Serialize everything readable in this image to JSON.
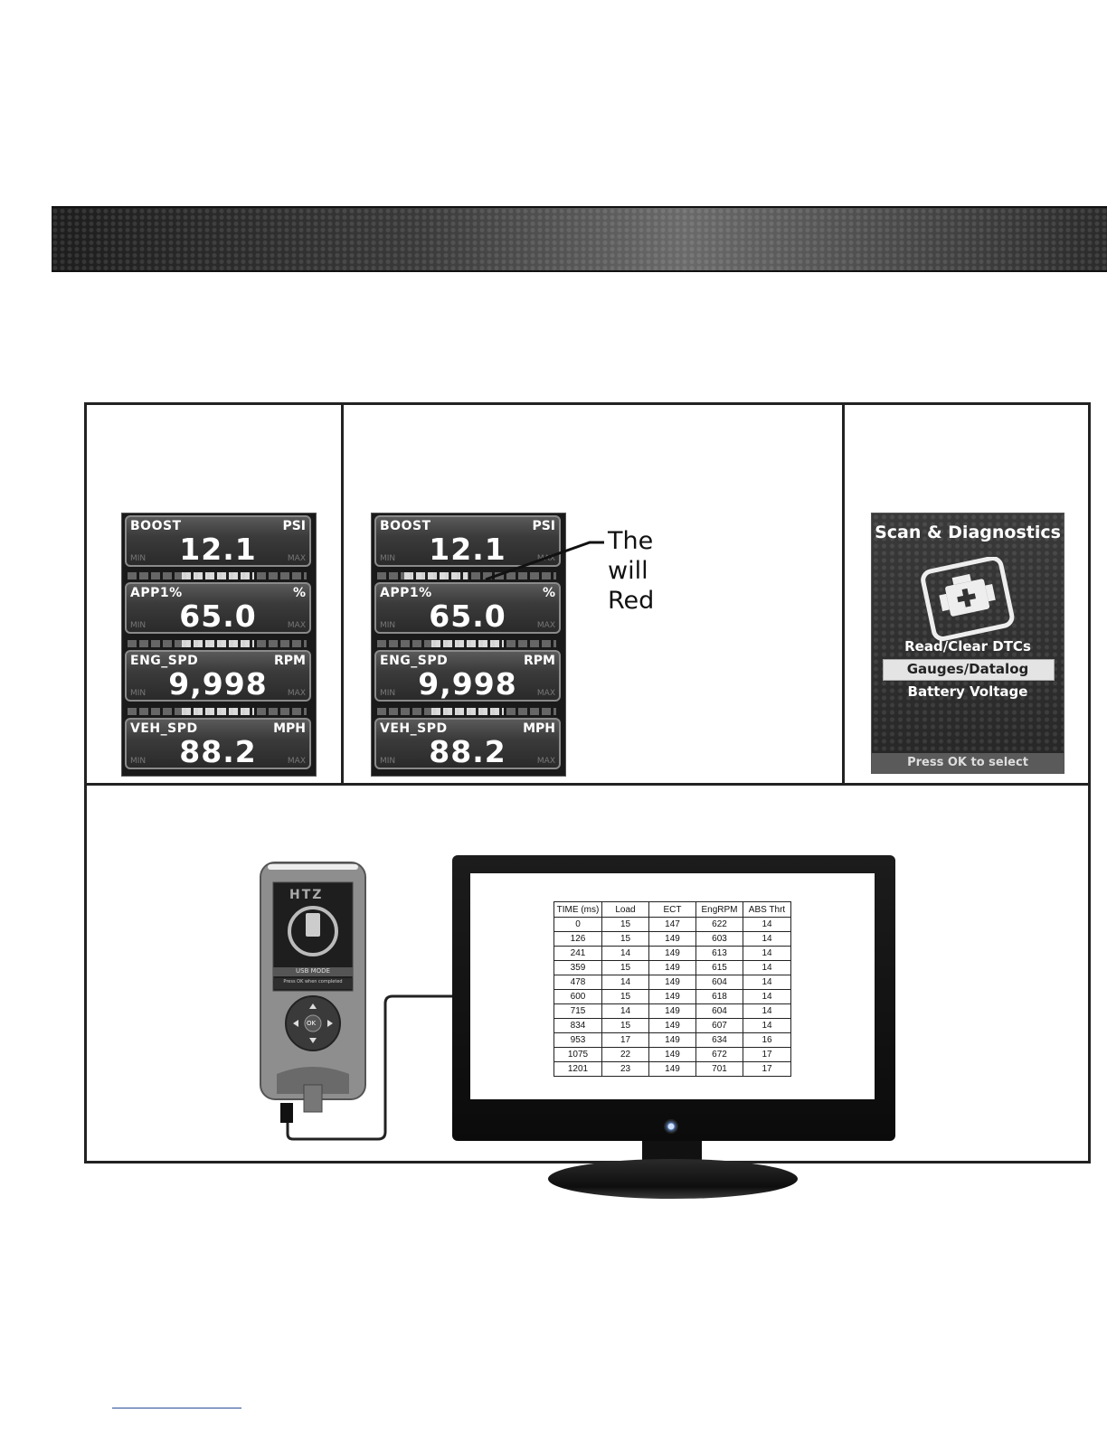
{
  "gauges": [
    {
      "name": "BOOST",
      "unit": "PSI",
      "value": "12.1",
      "min": "MIN",
      "max": "MAX"
    },
    {
      "name": "APP1%",
      "unit": "%",
      "value": "65.0",
      "min": "MIN",
      "max": "MAX"
    },
    {
      "name": "ENG_SPD",
      "unit": "RPM",
      "value": "9,998",
      "min": "MIN",
      "max": "MAX"
    },
    {
      "name": "VEH_SPD",
      "unit": "MPH",
      "value": "88.2",
      "min": "MIN",
      "max": "MAX"
    }
  ],
  "callout": {
    "line1": "The",
    "line2": "will",
    "line3": "Red"
  },
  "scan": {
    "title": "Scan & Diagnostics",
    "menu": [
      "Read/Clear DTCs",
      "Gauges/Datalog",
      "Battery Voltage"
    ],
    "selected_index": 1,
    "footer": "Press OK to select"
  },
  "device": {
    "logo": "HTZ",
    "mode_label": "USB MODE",
    "prompt": "Press OK when completed",
    "ok_label": "OK"
  },
  "datalog": {
    "headers": [
      "TIME (ms)",
      "Load",
      "ECT",
      "EngRPM",
      "ABS Thrt"
    ],
    "rows": [
      [
        "0",
        "15",
        "147",
        "622",
        "14"
      ],
      [
        "126",
        "15",
        "149",
        "603",
        "14"
      ],
      [
        "241",
        "14",
        "149",
        "613",
        "14"
      ],
      [
        "359",
        "15",
        "149",
        "615",
        "14"
      ],
      [
        "478",
        "14",
        "149",
        "604",
        "14"
      ],
      [
        "600",
        "15",
        "149",
        "618",
        "14"
      ],
      [
        "715",
        "14",
        "149",
        "604",
        "14"
      ],
      [
        "834",
        "15",
        "149",
        "607",
        "14"
      ],
      [
        "953",
        "17",
        "149",
        "634",
        "16"
      ],
      [
        "1075",
        "22",
        "149",
        "672",
        "17"
      ],
      [
        "1201",
        "23",
        "149",
        "701",
        "17"
      ]
    ]
  }
}
